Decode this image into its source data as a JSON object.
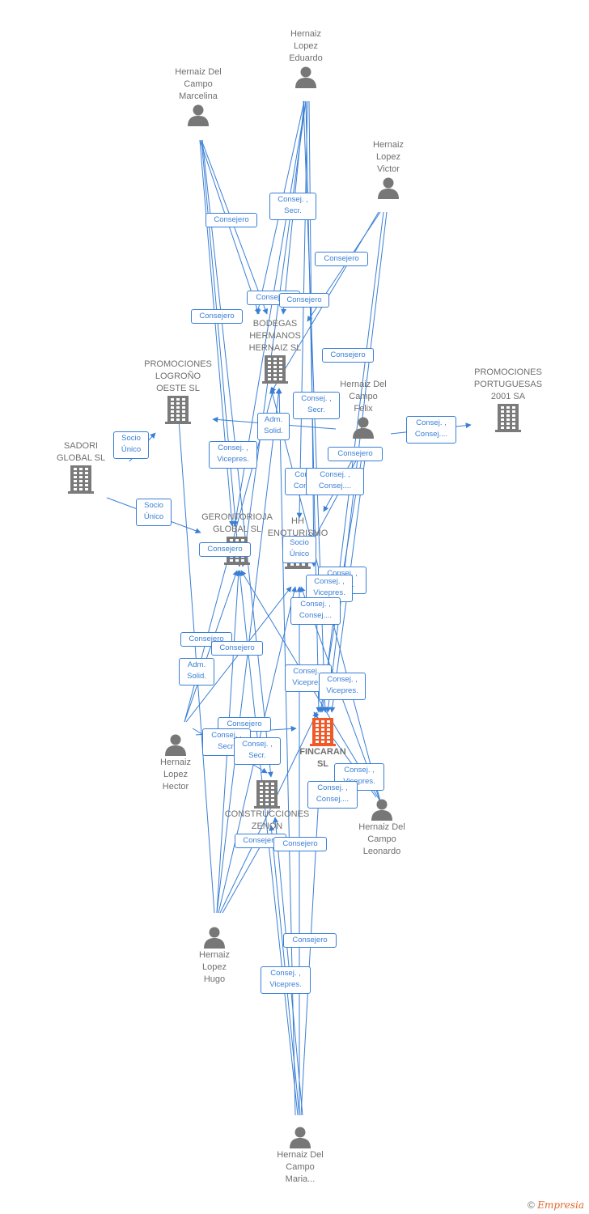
{
  "colors": {
    "edge": "#3a7fd5",
    "company": "#7a7a7a",
    "focus": "#f05a28",
    "person": "#777777"
  },
  "nodes": {
    "lopez_eduardo": {
      "label": "Hernaiz\nLopez\nEduardo",
      "icon": "person-icon"
    },
    "del_campo_marcelina": {
      "label": "Hernaiz Del\nCampo\nMarcelina",
      "icon": "person-icon"
    },
    "lopez_victor": {
      "label": "Hernaiz\nLopez\nVictor",
      "icon": "person-icon"
    },
    "bodegas": {
      "label": "BODEGAS\nHERMANOS\nHERNAIZ  SL",
      "icon": "building-icon"
    },
    "promociones_logrono": {
      "label": "PROMOCIONES\nLOGROÑO\nOESTE SL",
      "icon": "building-icon"
    },
    "del_campo_felix": {
      "label": "Hernaiz Del\nCampo\nFelix",
      "icon": "person-icon"
    },
    "promociones_portuguesas": {
      "label": "PROMOCIONES\nPORTUGUESAS\n2001 SA",
      "icon": "building-icon"
    },
    "sadori": {
      "label": "SADORI\nGLOBAL SL",
      "icon": "building-icon"
    },
    "gerontorioja": {
      "label": "GERONTORIOJA\nGLOBAL SL",
      "icon": "building-icon"
    },
    "hh_enoturismo": {
      "label": "HH\nENOTURISMO",
      "icon": "building-icon"
    },
    "lopez_hector": {
      "label": "Hernaiz\nLopez\nHector",
      "icon": "person-icon"
    },
    "fincaran": {
      "label": "FINCARAN\nSL",
      "icon": "building-icon"
    },
    "construcciones": {
      "label": "CONSTRUCCIONES\nZENON",
      "icon": "building-icon"
    },
    "del_campo_leonardo": {
      "label": "Hernaiz Del\nCampo\nLeonardo",
      "icon": "person-icon"
    },
    "lopez_hugo": {
      "label": "Hernaiz\nLopez\nHugo",
      "icon": "person-icon"
    },
    "del_campo_maria": {
      "label": "Hernaiz Del\nCampo\nMaria...",
      "icon": "person-icon"
    }
  },
  "edge_labels": [
    "Consej. ,\nSecr.",
    "Consejero",
    "Consejero",
    "Consejero",
    "Consejero",
    "Consejero",
    "Consejero",
    "Consej. ,\nSecr.",
    "Adm.\nSolid.",
    "Consej. ,\nVicepres.",
    "Consejero",
    "Consej. ,\nConsej....",
    "Socio\nÚnico",
    "Socio\nÚnico",
    "Consej. ,\nConsej....",
    "Consej. ,\nConsej....",
    "Consejero",
    "Socio\nÚnico",
    "Consej. ,\nPresid.",
    "Consej. ,\nVicepres.",
    "Consej. ,\nConsej....",
    "Consejero",
    "Consejero",
    "Adm.\nSolid.",
    "Consej. ,\nVicepres.",
    "Consej. ,\nVicepres.",
    "Consejero",
    "Consej. ,\nSecr.",
    "Consej. ,\nSecr.",
    "Consej. ,\nVicepres.",
    "Consej. ,\nConsej....",
    "Consejero",
    "Consejero",
    "Consejero",
    "Consej. ,\nVicepres."
  ],
  "footer": {
    "copyright": "©",
    "brand": "Empresia"
  }
}
